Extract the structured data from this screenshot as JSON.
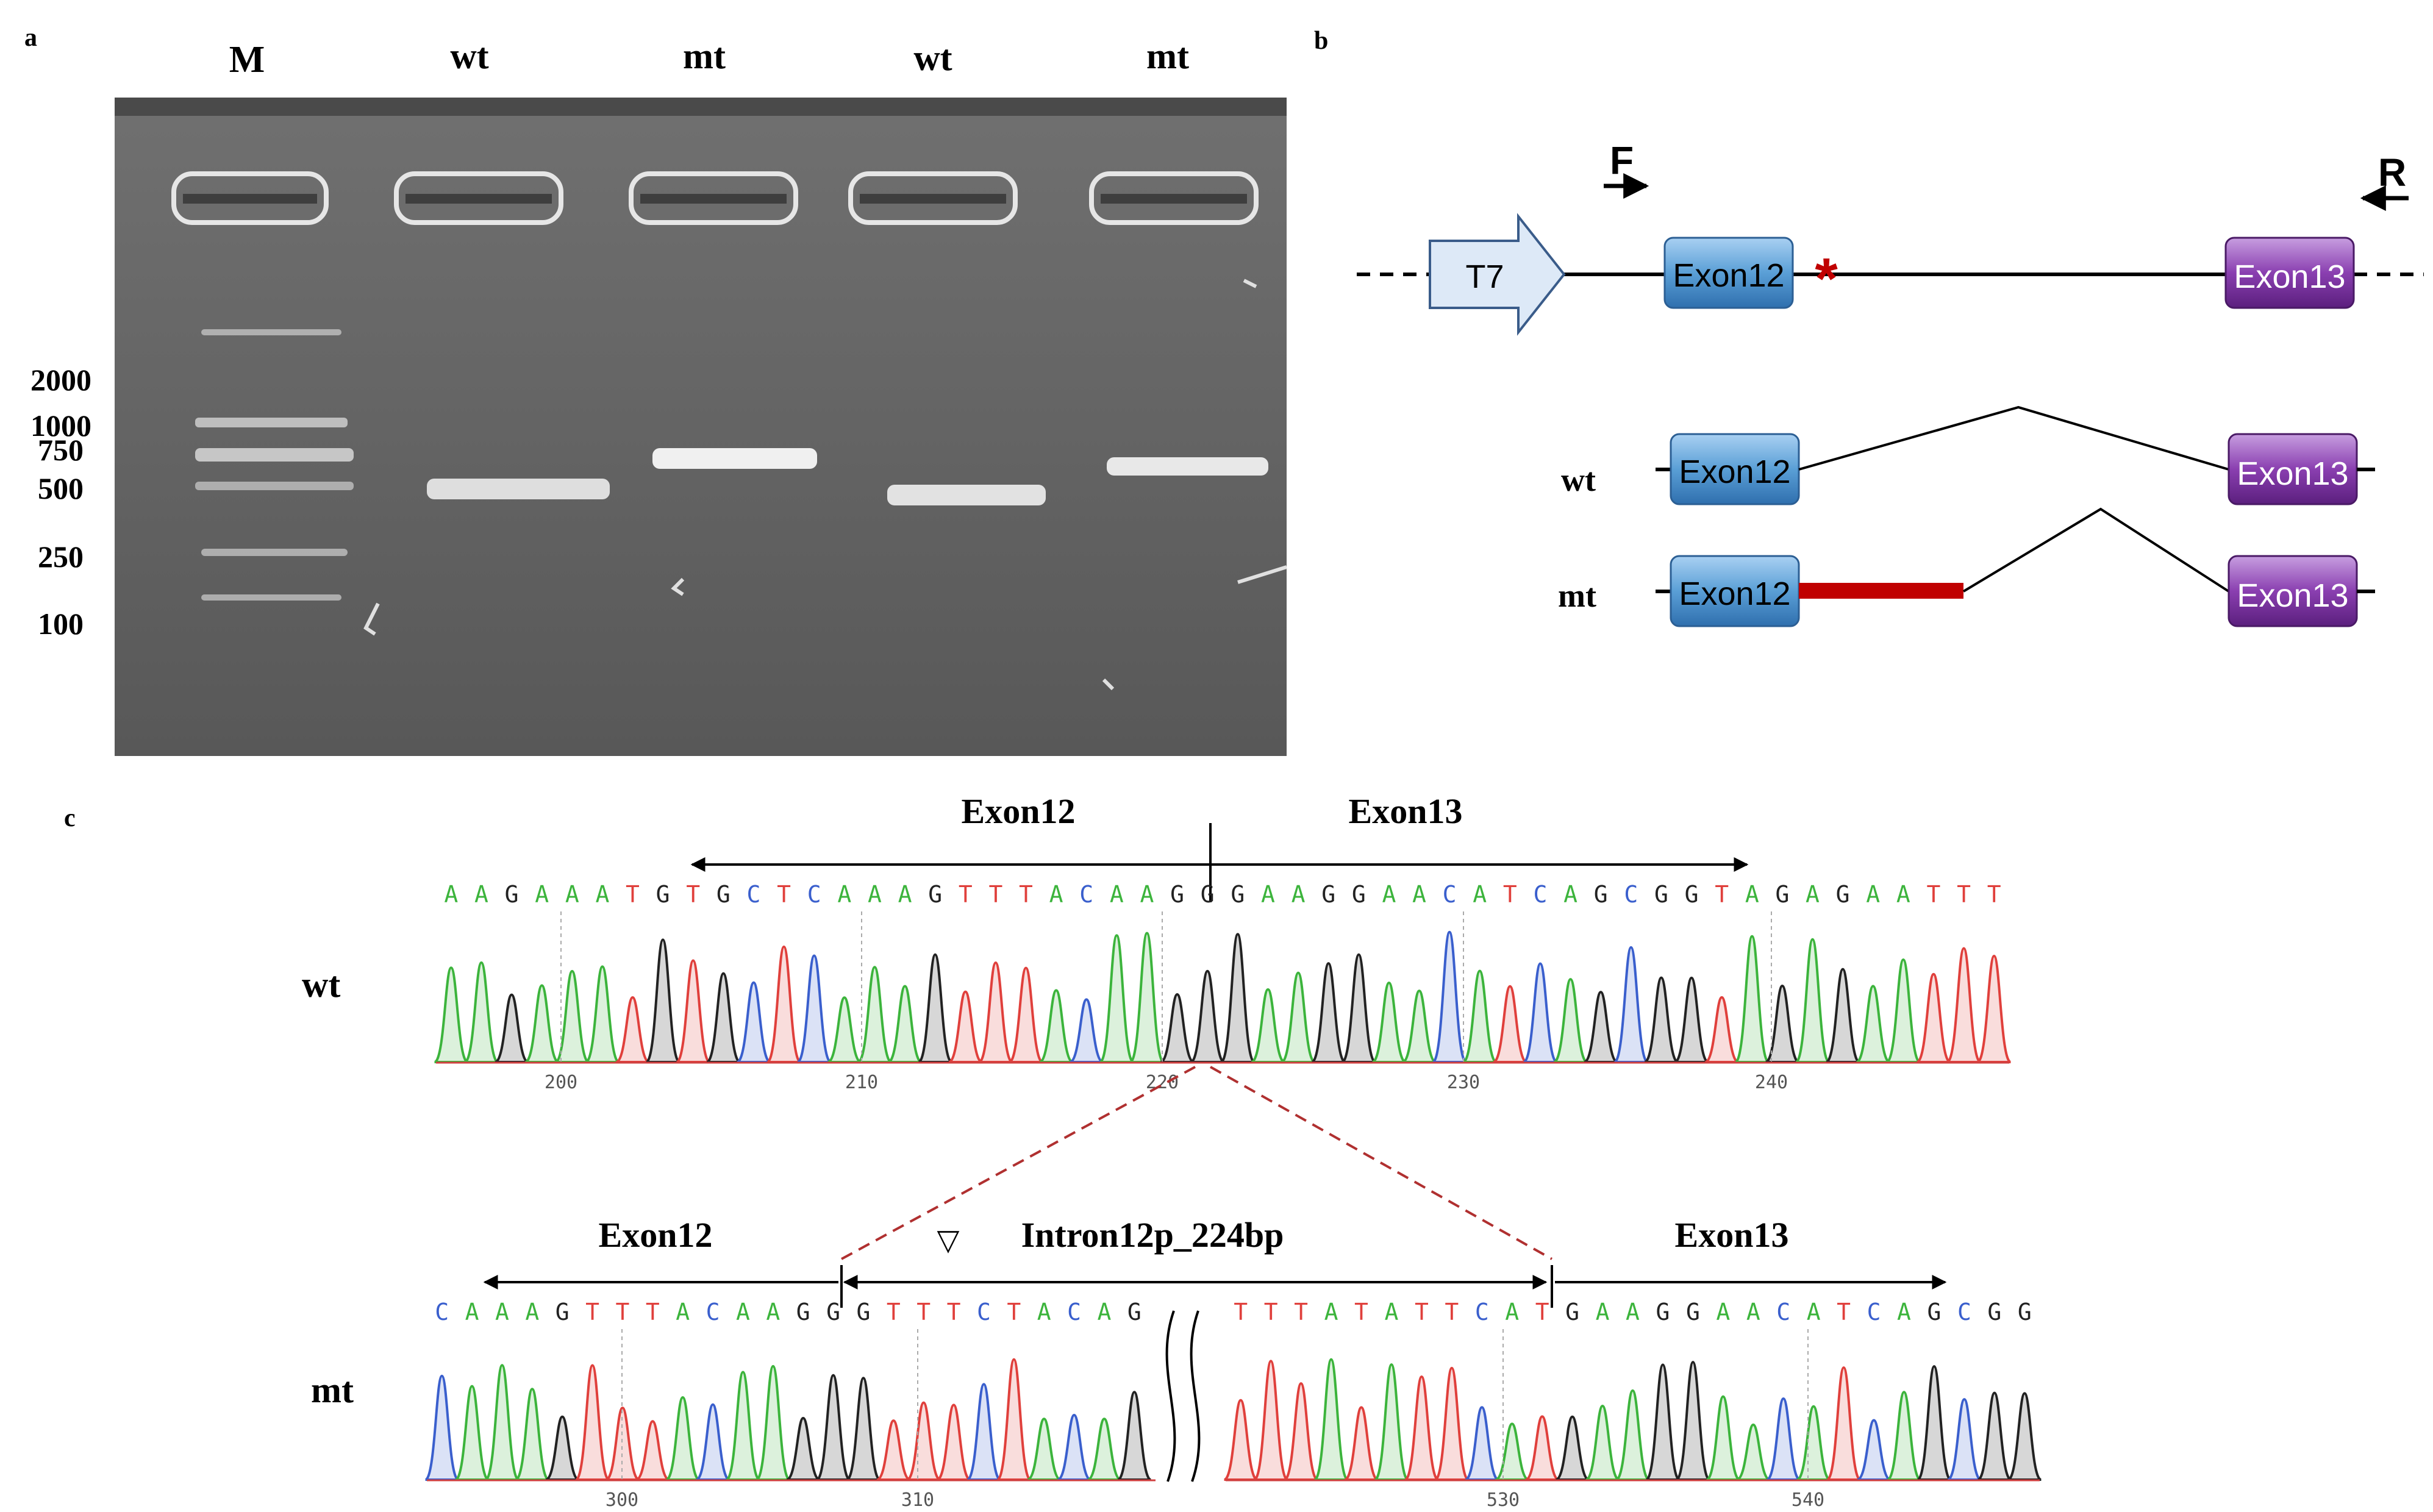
{
  "panel_a": {
    "label": "a",
    "lane_labels": [
      "M",
      "wt",
      "mt",
      "wt",
      "mt"
    ],
    "ladder_labels": [
      "2000",
      "1000",
      "750",
      "500",
      "250",
      "100"
    ]
  },
  "panel_b": {
    "label": "b",
    "forward_primer": "F",
    "reverse_primer": "R",
    "promoter": "T7",
    "exon12": "Exon12",
    "exon13": "Exon13",
    "mutation_marker": "*",
    "row_wt": "wt",
    "row_mt": "mt",
    "colors": {
      "exon12": "#5a9fd6",
      "exon13": "#8a3fb0",
      "mutation": "#c00000",
      "insert": "#c00000",
      "promoter_fill": "#dde9f7"
    }
  },
  "panel_c": {
    "label": "c",
    "wt_row_label": "wt",
    "mt_row_label": "mt",
    "wt_exon12_label": "Exon12",
    "wt_exon13_label": "Exon13",
    "wt_sequence": "AAGAAATGTGCTCAAAGTTTACAAGGGAAGGAACATCAGCGGTAGAGAATTT",
    "wt_ticks": [
      "200",
      "210",
      "220",
      "230",
      "240"
    ],
    "mt_exon12_label": "Exon12",
    "mt_intron_label": "Intron12p_224bp",
    "mt_intron_marker": "▽",
    "mt_exon13_label": "Exon13",
    "mt_sequence_left": "CAAAGTTTACAAGGGTTTCTACAG",
    "mt_sequence_right": "TTTATATTCATGAAGGAACATCAGCGG",
    "mt_ticks_left": [
      "300",
      "310"
    ],
    "mt_ticks_right": [
      "530",
      "540"
    ],
    "base_colors": {
      "A": "#3cb43c",
      "C": "#3a5fcd",
      "G": "#222222",
      "T": "#e0403c"
    }
  }
}
